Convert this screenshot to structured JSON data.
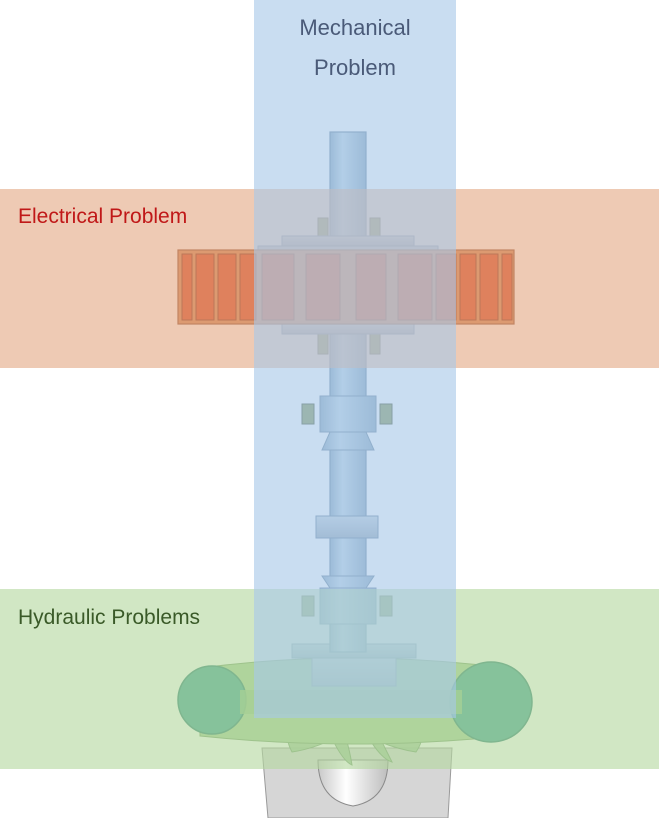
{
  "labels": {
    "mechanical_line1": "Mechanical",
    "mechanical_line2": "Problem",
    "electrical": "Electrical Problem",
    "hydraulic": "Hydraulic Problems"
  },
  "colors": {
    "mechanical_band": "#a8c8e8",
    "electrical_band": "#e4aa86",
    "hydraulic_band": "#b4d8a0",
    "mechanical_text": "#4a5a78",
    "electrical_text": "#c01818",
    "hydraulic_text": "#3a5a28",
    "shaft": "#a8c4d8",
    "stator_coil": "#d8401c",
    "volute": "#3a9e94"
  }
}
